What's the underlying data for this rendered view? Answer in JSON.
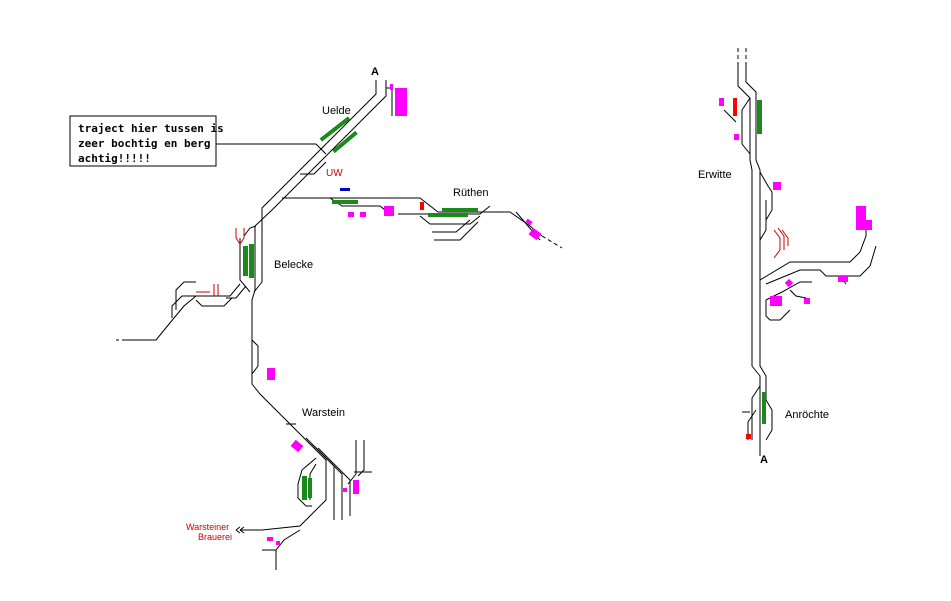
{
  "stations": {
    "uelde": "Uelde",
    "ruethen": "Rüthen",
    "belecke": "Belecke",
    "warstein": "Warstein",
    "erwitte": "Erwitte",
    "anroechte": "Anröchte"
  },
  "markers": {
    "a_top": "A",
    "a_bottom": "A",
    "uw": "UW"
  },
  "brewery": {
    "line1": "Warsteiner",
    "line2": "Brauerei"
  },
  "note": {
    "line1": "traject hier tussen is",
    "line2": "zeer bochtig en berg",
    "line3": "achtig!!!!!"
  },
  "colors": {
    "track": "#000000",
    "platform": "#1a8a1a",
    "building": "#ff00ff",
    "signal_red": "#ff0000",
    "label_red": "#cc0000",
    "marker_blue": "#0000cc"
  }
}
